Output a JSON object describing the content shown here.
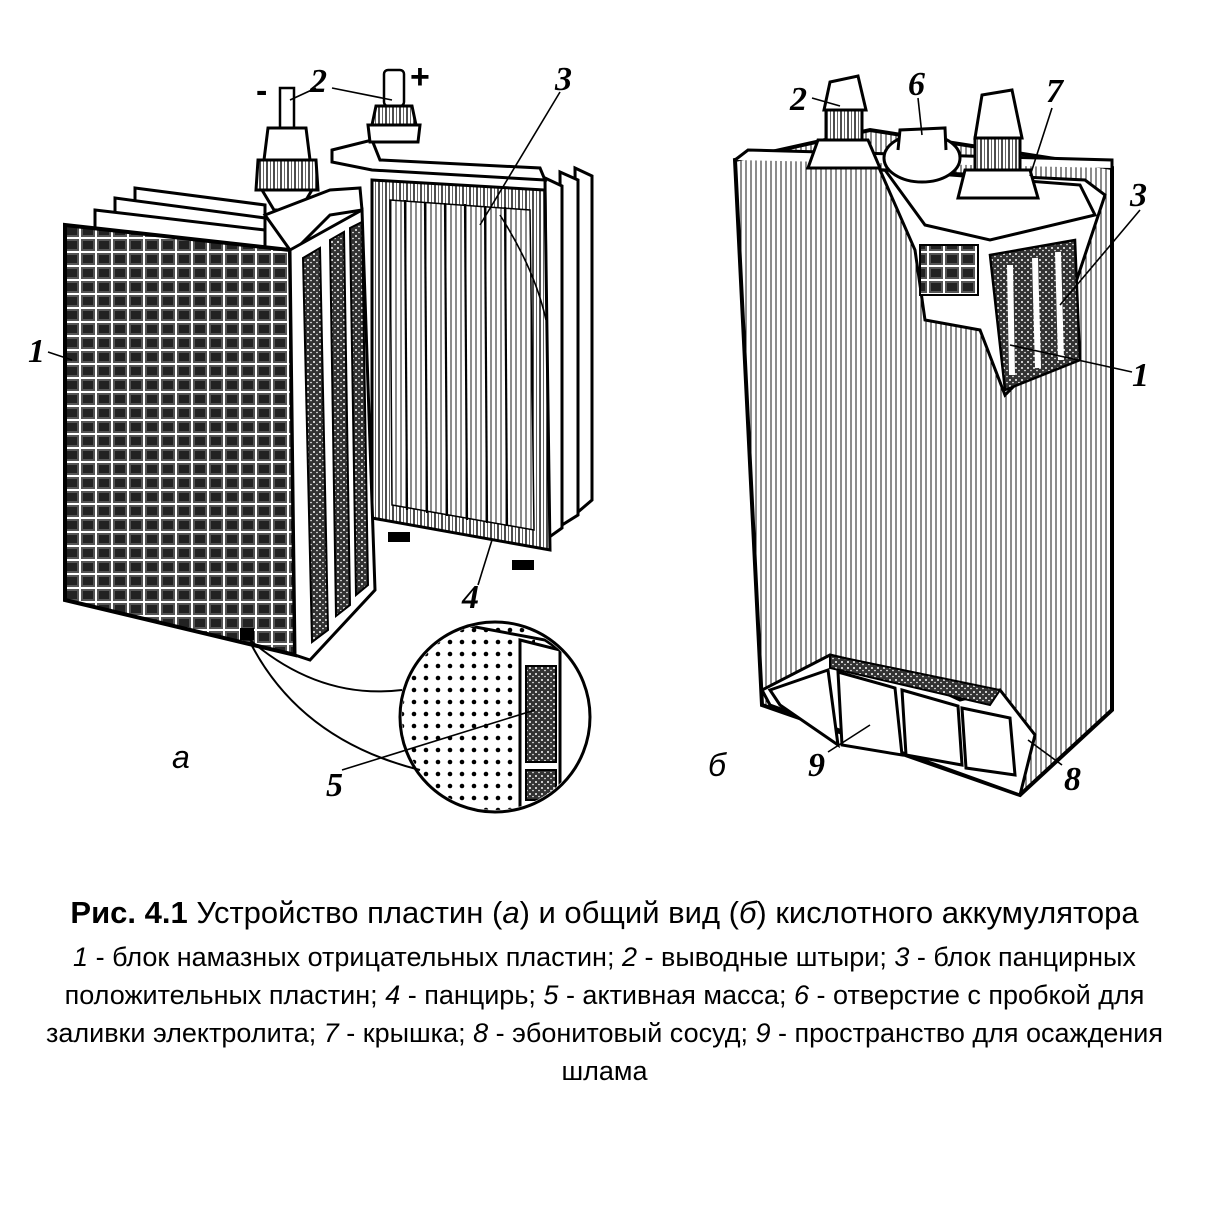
{
  "figure": {
    "view_a": {
      "sublabel": "а",
      "terminal_minus": "-",
      "terminal_plus": "+",
      "callouts": [
        "1",
        "2",
        "3",
        "4",
        "5"
      ]
    },
    "view_b": {
      "sublabel": "б",
      "callouts": [
        "2",
        "6",
        "7",
        "3",
        "1",
        "9",
        "8"
      ]
    }
  },
  "caption": {
    "title_bold": "Рис. 4.1",
    "title_pre": " Устройство пластин (",
    "title_a": "а",
    "title_mid": ") и общий вид (",
    "title_b": "б",
    "title_post": ") кислотного аккумулятора",
    "legend": [
      {
        "num": "1",
        "text": " - блок намазных отрицательных пластин; "
      },
      {
        "num": "2",
        "text": " - выводные штыри; "
      },
      {
        "num": "3",
        "text": " - блок панцирных положительных пластин; "
      },
      {
        "num": "4",
        "text": " - панцирь; "
      },
      {
        "num": "5",
        "text": " - активная масса; "
      },
      {
        "num": "6",
        "text": " - отверстие с пробкой для заливки электролита; "
      },
      {
        "num": "7",
        "text": " - крышка; "
      },
      {
        "num": "8",
        "text": " - эбонитовый сосуд; "
      },
      {
        "num": "9",
        "text": " - пространство для осаждения шлама"
      }
    ]
  }
}
